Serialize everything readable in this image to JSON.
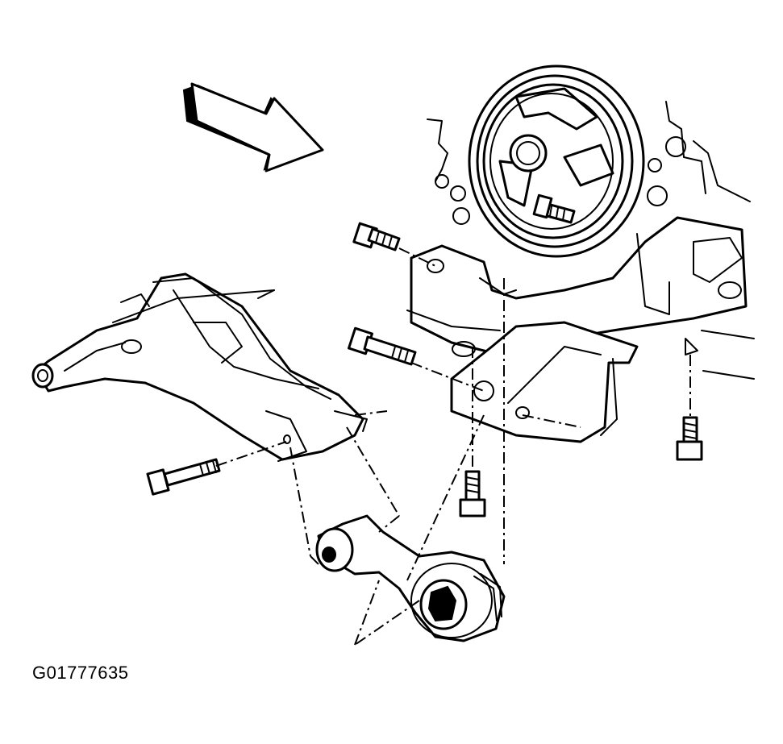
{
  "figure": {
    "id_label": "G01777635"
  },
  "parts": [
    {
      "name": "direction-arrow"
    },
    {
      "name": "crankshaft-pulley"
    },
    {
      "name": "engine-bracket"
    },
    {
      "name": "transaxle-bracket"
    },
    {
      "name": "front-crossmember"
    },
    {
      "name": "rear-engine-mount"
    },
    {
      "name": "mounting-bolts"
    }
  ]
}
